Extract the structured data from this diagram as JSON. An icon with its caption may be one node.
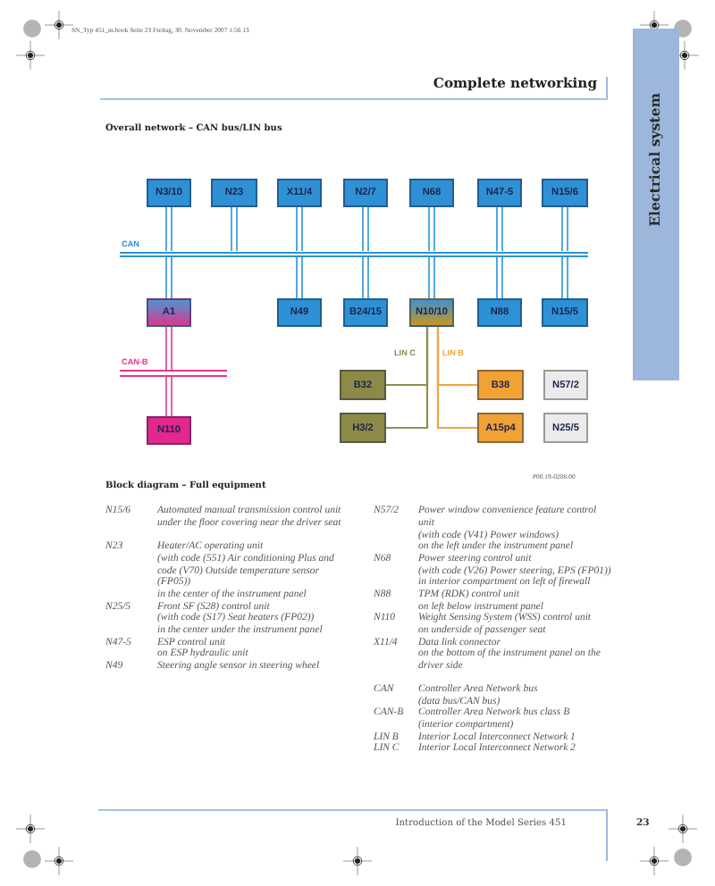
{
  "diagram": {
    "title": "Complete networking",
    "nodes": [
      {
        "text": [
          "N3/10"
        ]
      },
      {
        "text": [
          "N23"
        ]
      },
      {
        "text": [
          "X11/4"
        ]
      },
      {
        "text": [
          "N2/7"
        ]
      },
      {
        "text": [
          "N68"
        ]
      },
      {
        "text": [
          "N47-5"
        ]
      },
      {
        "text": [
          "N15/6"
        ]
      },
      {
        "text": [
          "CAN"
        ]
      },
      {
        "text": [
          "A1"
        ]
      },
      {
        "text": [
          "N49"
        ]
      },
      {
        "text": [
          "B24/15"
        ]
      },
      {
        "text": [
          "N10/10"
        ]
      },
      {
        "text": [
          "N88"
        ]
      },
      {
        "text": [
          "N15/5"
        ]
      },
      {
        "text": [
          "CAN-B"
        ]
      },
      {
        "text": [
          "N110"
        ]
      },
      {
        "text": [
          "B32"
        ]
      },
      {
        "text": [
          "B38"
        ]
      },
      {
        "text": [
          "N57/2"
        ]
      },
      {
        "text": [
          "H3/2"
        ]
      },
      {
        "text": [
          "A15p4"
        ]
      },
      {
        "text": [
          "N25/5"
        ]
      }
    ],
    "edges": [
      {
        "from": 0,
        "to": 7,
        "arrow": "none"
      },
      {
        "from": 1,
        "to": 7,
        "arrow": "none"
      },
      {
        "from": 2,
        "to": 7,
        "arrow": "none"
      },
      {
        "from": 3,
        "to": 7,
        "arrow": "none"
      },
      {
        "from": 4,
        "to": 7,
        "arrow": "none"
      },
      {
        "from": 5,
        "to": 7,
        "arrow": "none"
      },
      {
        "from": 6,
        "to": 7,
        "arrow": "none"
      },
      {
        "from": 7,
        "to": 8,
        "arrow": "none"
      },
      {
        "from": 7,
        "to": 9,
        "arrow": "none"
      },
      {
        "from": 7,
        "to": 10,
        "arrow": "none"
      },
      {
        "from": 7,
        "to": 11,
        "arrow": "none"
      },
      {
        "from": 7,
        "to": 12,
        "arrow": "none"
      },
      {
        "from": 7,
        "to": 13,
        "arrow": "none"
      },
      {
        "from": 8,
        "to": 14,
        "arrow": "none",
        "color": "#e4388f"
      },
      {
        "from": 14,
        "to": 15,
        "arrow": "none",
        "color": "#e4388f"
      },
      {
        "from": 11,
        "to": 16,
        "arrow": "none",
        "label": "LIN C",
        "color": "#8f8d52"
      },
      {
        "from": 11,
        "to": 19,
        "arrow": "none",
        "color": "#8f8d52"
      },
      {
        "from": 11,
        "to": 17,
        "arrow": "none",
        "label": "LIN B",
        "color": "#f3a43c"
      },
      {
        "from": 11,
        "to": 20,
        "arrow": "none",
        "color": "#f3a43c"
      }
    ],
    "labels": [
      "SN_Typ 451_m.book Seite 23 Freitag, 30. November 2007 1:56 13",
      "Electrical system",
      "Overall network – CAN bus/LIN bus",
      "P00.19-0208-00",
      "Block diagram – Full equipment",
      "N15/6",
      "Automated manual transmission control unit under the floor covering near the driver seat",
      "N23",
      "Heater/AC operating unit",
      "(with code (551) Air conditioning Plus and code (V70) Outside temperature sensor (FP05))",
      "in the center of the instrument panel",
      "N25/5",
      "Front SF (S28) control unit",
      "(with code (S17) Seat heaters (FP02))",
      "in the center under the instrument panel",
      "N47-5",
      "ESP control unit",
      "on ESP hydraulic unit",
      "N49",
      "Steering angle sensor in steering wheel",
      "N57/2",
      "Power window convenience feature control unit",
      "(with code (V41) Power windows)",
      "on the left under the instrument panel",
      "N68",
      "Power steering control unit",
      "(with code (V26) Power steering, EPS (FP01))",
      "in interior compartment on left of firewall",
      "N88",
      "TPM (RDK) control unit",
      "on left below instrument panel",
      "N110",
      "Weight Sensing System (WSS) control unit",
      "on underside of passenger seat",
      "X11/4",
      "Data link connector",
      "on the bottom of the instrument panel on the driver side",
      "CAN",
      "Controller Area Network bus",
      "(data bus/CAN bus)",
      "CAN-B",
      "Controller Area Network bus class B",
      "(interior compartment)",
      "LIN B",
      "Interior Local Interconnect Network 1",
      "LIN C",
      "Interior Local Interconnect Network 2",
      "Introduction of the Model Series 451",
      "23"
    ]
  }
}
